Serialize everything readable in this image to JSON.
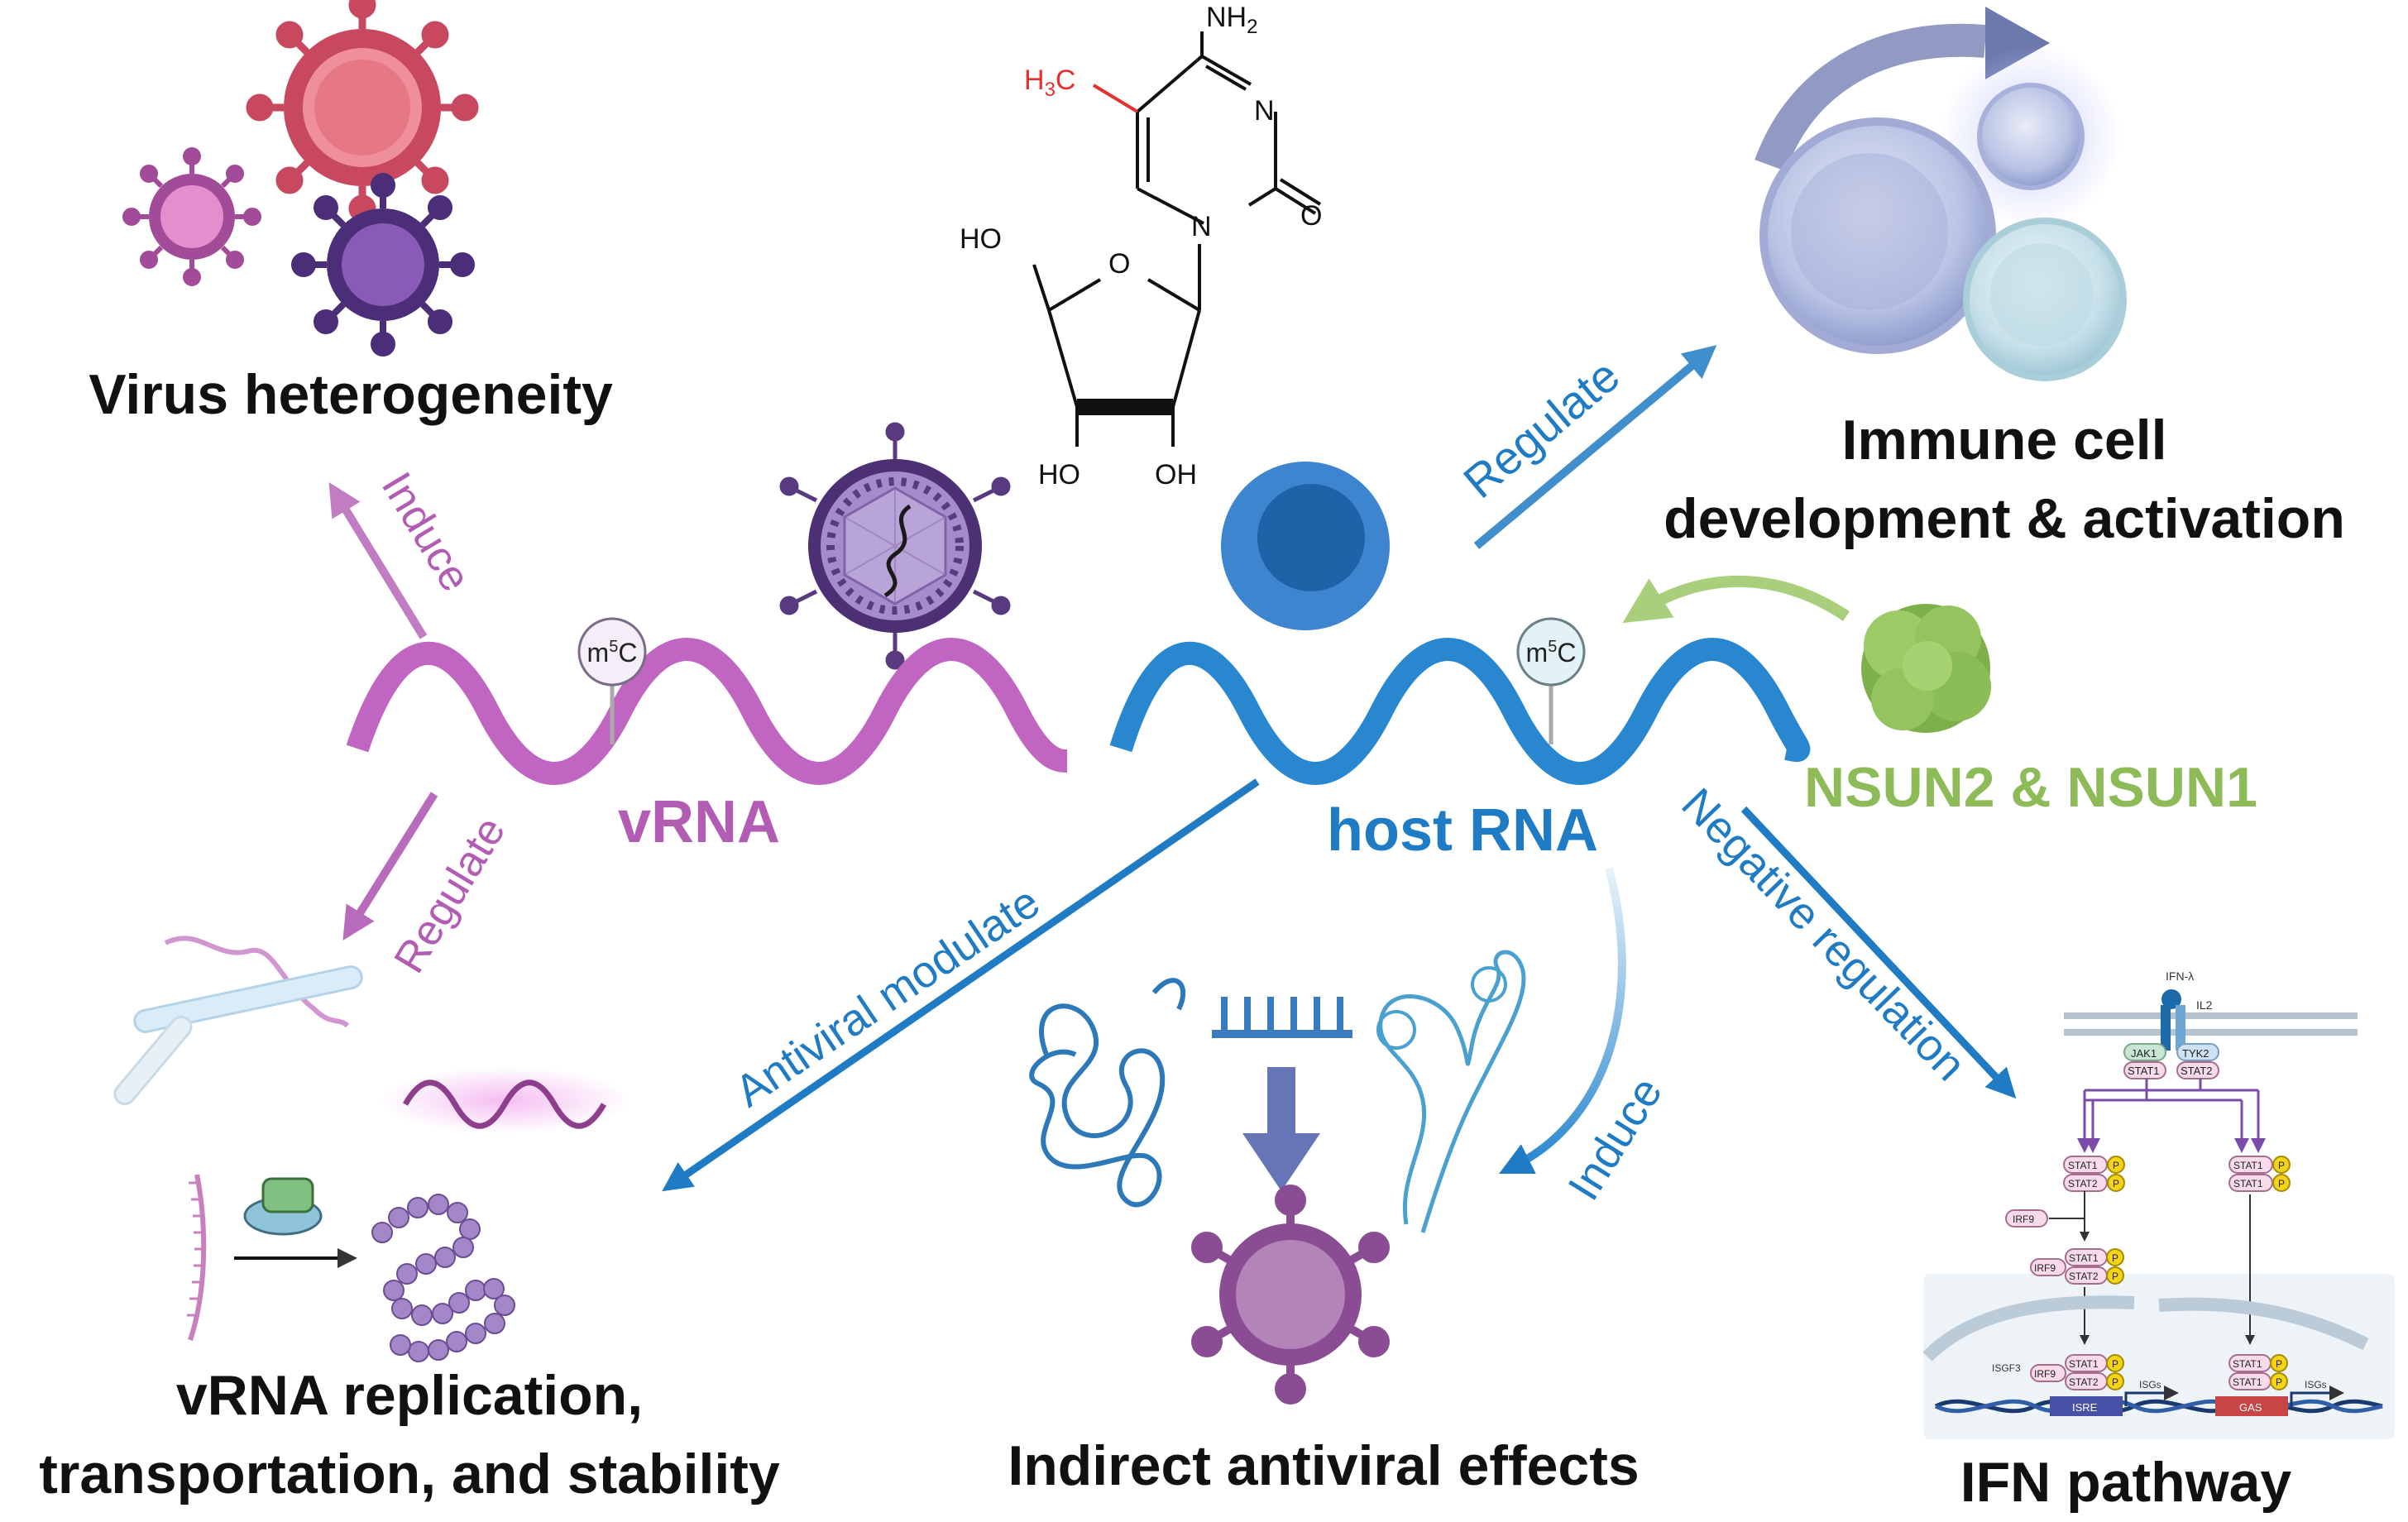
{
  "labels": {
    "virus_heterogeneity": "Virus heterogeneity",
    "immune_line1": "Immune cell",
    "immune_line2": "development & activation",
    "vrna": "vRNA",
    "host_rna": "host RNA",
    "nsun": "NSUN2 & NSUN1",
    "vrna_rep_line1": "vRNA replication,",
    "vrna_rep_line2": "transportation, and stability",
    "indirect": "Indirect antiviral effects",
    "ifn_pathway": "IFN pathway"
  },
  "arrows": {
    "induce_virus": "Induce",
    "regulate_vrna": "Regulate",
    "regulate_immune": "Regulate",
    "antiviral_modulate": "Antiviral modulate",
    "induce_indirect": "Induce",
    "negative_regulation": "Negative regulation"
  },
  "mark": {
    "base": "m",
    "sup": "5",
    "tail": "C"
  },
  "molecule": {
    "nh2": "NH",
    "nh2_sub": "2",
    "h3c": "H",
    "h3c_sub": "3",
    "h3c_tail": "C",
    "n1": "N",
    "n2": "N",
    "o_carbonyl": "O",
    "ho_top": "HO",
    "o_ring": "O",
    "ho_bottom": "HO",
    "oh_bottom": "OH"
  },
  "ifn": {
    "ifn_lambda": "IFN-λ",
    "il2": "IL2",
    "jak1": "JAK1",
    "tyk2": "TYK2",
    "stat1": "STAT1",
    "stat2": "STAT2",
    "p": "P",
    "irf9": "IRF9",
    "isgf3": "ISGF3",
    "isre": "ISRE",
    "gas": "GAS",
    "isgs": "ISGs"
  },
  "colors": {
    "purple_text": "#b25cb4",
    "blue_text": "#1f7bc4",
    "green_text": "#8dbb58",
    "vrna_wave": "#c065c2",
    "host_wave": "#2887cf",
    "dark_purple": "#6b3d8c",
    "magenta": "#b34670"
  }
}
